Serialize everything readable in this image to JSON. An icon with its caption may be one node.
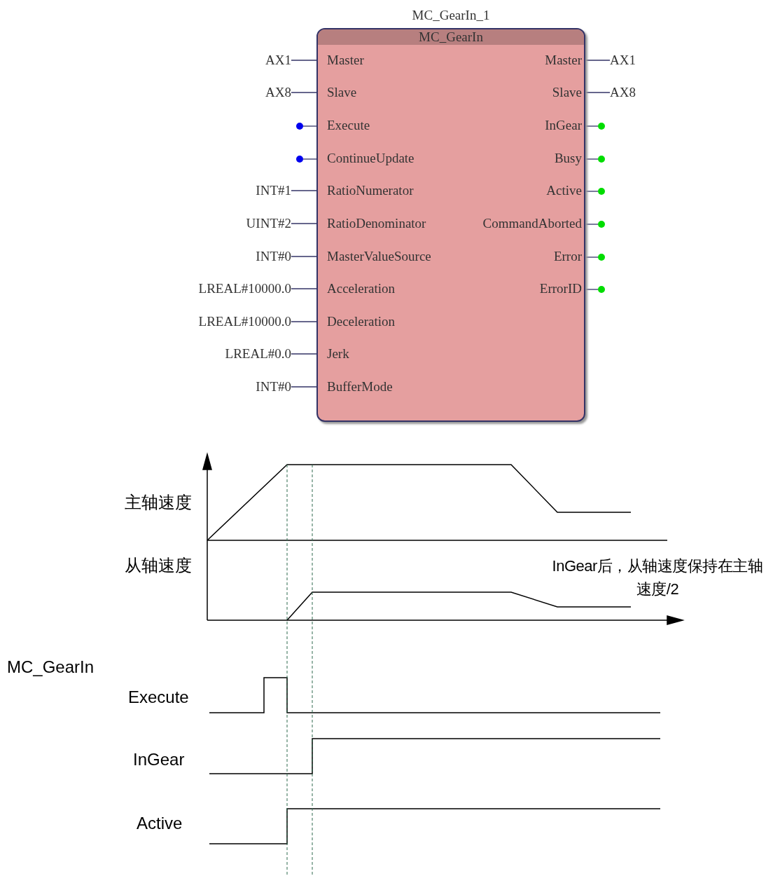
{
  "diagram": {
    "nodes": [
      {
        "text": [
          "MC_GearIn_1",
          "MC_GearIn"
        ]
      },
      {
        "text": [
          "AX1"
        ]
      },
      {
        "text": [
          "AX8"
        ]
      },
      {
        "text": [],
        "shape": "circle"
      },
      {
        "text": [],
        "shape": "circle"
      },
      {
        "text": [
          "INT#1"
        ]
      },
      {
        "text": [
          "UINT#2"
        ]
      },
      {
        "text": [
          "INT#0"
        ]
      },
      {
        "text": [
          "LREAL#10000.0"
        ]
      },
      {
        "text": [
          "LREAL#10000.0"
        ]
      },
      {
        "text": [
          "LREAL#0.0"
        ]
      },
      {
        "text": [
          "INT#0"
        ]
      },
      {
        "text": [
          "AX1"
        ]
      },
      {
        "text": [
          "AX8"
        ]
      },
      {
        "text": [],
        "shape": "circle"
      },
      {
        "text": [],
        "shape": "circle"
      },
      {
        "text": [],
        "shape": "circle"
      },
      {
        "text": [],
        "shape": "circle"
      },
      {
        "text": [],
        "shape": "circle"
      },
      {
        "text": [],
        "shape": "circle"
      }
    ],
    "edges": [
      {
        "from": 1,
        "to": 0,
        "arrow": "none"
      },
      {
        "from": 2,
        "to": 0,
        "arrow": "none"
      },
      {
        "from": 3,
        "to": 0,
        "arrow": "none"
      },
      {
        "from": 4,
        "to": 0,
        "arrow": "none"
      },
      {
        "from": 5,
        "to": 0,
        "arrow": "none"
      },
      {
        "from": 6,
        "to": 0,
        "arrow": "none"
      },
      {
        "from": 7,
        "to": 0,
        "arrow": "none"
      },
      {
        "from": 8,
        "to": 0,
        "arrow": "none"
      },
      {
        "from": 9,
        "to": 0,
        "arrow": "none"
      },
      {
        "from": 10,
        "to": 0,
        "arrow": "none"
      },
      {
        "from": 11,
        "to": 0,
        "arrow": "none"
      },
      {
        "from": 0,
        "to": 12,
        "arrow": "none"
      },
      {
        "from": 0,
        "to": 13,
        "arrow": "none"
      },
      {
        "from": 0,
        "to": 14,
        "arrow": "none"
      },
      {
        "from": 0,
        "to": 15,
        "arrow": "none"
      },
      {
        "from": 0,
        "to": 16,
        "arrow": "none"
      },
      {
        "from": 0,
        "to": 17,
        "arrow": "none"
      },
      {
        "from": 0,
        "to": 18,
        "arrow": "none"
      },
      {
        "from": 0,
        "to": 19,
        "arrow": "none"
      }
    ],
    "labels": [
      "Master",
      "Master",
      "Slave",
      "Slave",
      "Execute",
      "InGear",
      "ContinueUpdate",
      "Busy",
      "RatioNumerator",
      "Active",
      "RatioDenominator",
      "CommandAborted",
      "MasterValueSource",
      "Error",
      "Acceleration",
      "ErrorID",
      "Deceleration",
      "Jerk",
      "BufferMode",
      "主轴速度",
      "从轴速度",
      "InGear后，从轴速度保持在主轴速度/2",
      "MC_GearIn",
      "Execute",
      "InGear",
      "Active"
    ]
  }
}
